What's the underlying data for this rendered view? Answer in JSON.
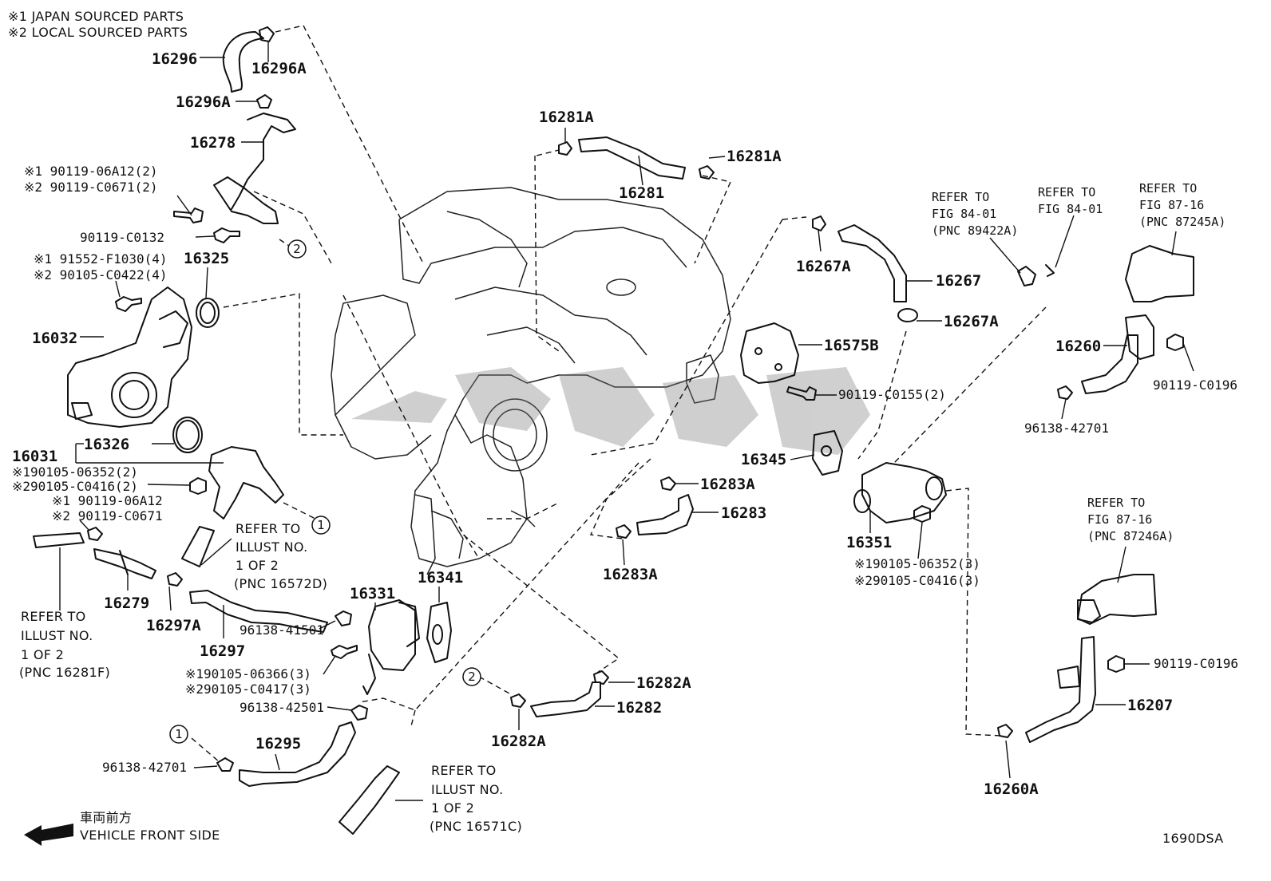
{
  "legend": {
    "line1": "※1  JAPAN SOURCED PARTS",
    "line2": "※2  LOCAL SOURCED PARTS"
  },
  "labels": {
    "p16296": "16296",
    "p16296A_a": "16296A",
    "p16296A_b": "16296A",
    "p16278": "16278",
    "bolt1_a": "※1 90119-06A12(2)",
    "bolt1_b": "※2 90119-C0671(2)",
    "bolt2": "90119-C0132",
    "stud_a": "※1 91552-F1030(4)",
    "stud_b": "※2 90105-C0422(4)",
    "p16325": "16325",
    "p16032": "16032",
    "p16326": "16326",
    "p16031": "16031",
    "bolt3_a": "※190105-06352(2)",
    "bolt3_b": "※290105-C0416(2)",
    "bolt4_a": "※1 90119-06A12",
    "bolt4_b": "※2 90119-C0671",
    "p16279": "16279",
    "p16297A": "16297A",
    "p16297": "16297",
    "clamp41501": "96138-41501",
    "p16331": "16331",
    "bolt5_a": "※190105-06366(3)",
    "bolt5_b": "※290105-C0417(3)",
    "clamp42501": "96138-42501",
    "p16295": "16295",
    "clamp42701_a": "96138-42701",
    "p16341": "16341",
    "p16281A_a": "16281A",
    "p16281A_b": "16281A",
    "p16281": "16281",
    "p16267A_a": "16267A",
    "p16267": "16267",
    "p16267A_b": "16267A",
    "p16575B": "16575B",
    "bolt6": "90119-C0155(2)",
    "p16345": "16345",
    "p16283A_a": "16283A",
    "p16283": "16283",
    "p16283A_b": "16283A",
    "p16351": "16351",
    "bolt7_a": "※190105-06352(3)",
    "bolt7_b": "※290105-C0416(3)",
    "p16282A_a": "16282A",
    "p16282": "16282",
    "p16282A_b": "16282A",
    "p16260": "16260",
    "bolt8": "90119-C0196",
    "clamp42701_b": "96138-42701",
    "bolt9": "90119-C0196",
    "p16207": "16207",
    "p16260A": "16260A"
  },
  "refs": {
    "r1": [
      "REFER TO",
      "FIG 84-01",
      "(PNC 89422A)"
    ],
    "r2": [
      "REFER TO",
      "FIG 84-01"
    ],
    "r3": [
      "REFER TO",
      "FIG 87-16",
      "(PNC 87245A)"
    ],
    "r4": [
      "REFER TO",
      "FIG 87-16",
      "(PNC 87246A)"
    ],
    "r5": [
      "REFER TO",
      "ILLUST NO.",
      "1 OF 2",
      "(PNC 16572D)"
    ],
    "r6": [
      "REFER TO",
      "ILLUST NO.",
      "1 OF 2",
      "(PNC 16281F)"
    ],
    "r7": [
      "REFER TO",
      "ILLUST NO.",
      "1 OF 2",
      "(PNC 16571C)"
    ]
  },
  "circles": {
    "c2a": "2",
    "c1a": "1",
    "c2b": "2",
    "c1b": "1"
  },
  "footer": {
    "direction_jp": "車両前方",
    "direction_en": "VEHICLE FRONT SIDE",
    "figure_code": "1690DSA"
  }
}
